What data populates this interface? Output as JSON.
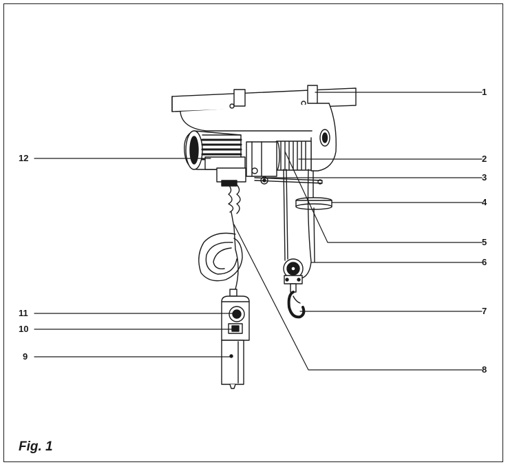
{
  "figure": {
    "caption": "Fig. 1"
  },
  "callouts": {
    "c1": "1",
    "c2": "2",
    "c3": "3",
    "c4": "4",
    "c5": "5",
    "c6": "6",
    "c7": "7",
    "c8": "8",
    "c9": "9",
    "c10": "10",
    "c11": "11",
    "c12": "12"
  },
  "colors": {
    "ink": "#1a1a1a",
    "background": "#ffffff"
  }
}
